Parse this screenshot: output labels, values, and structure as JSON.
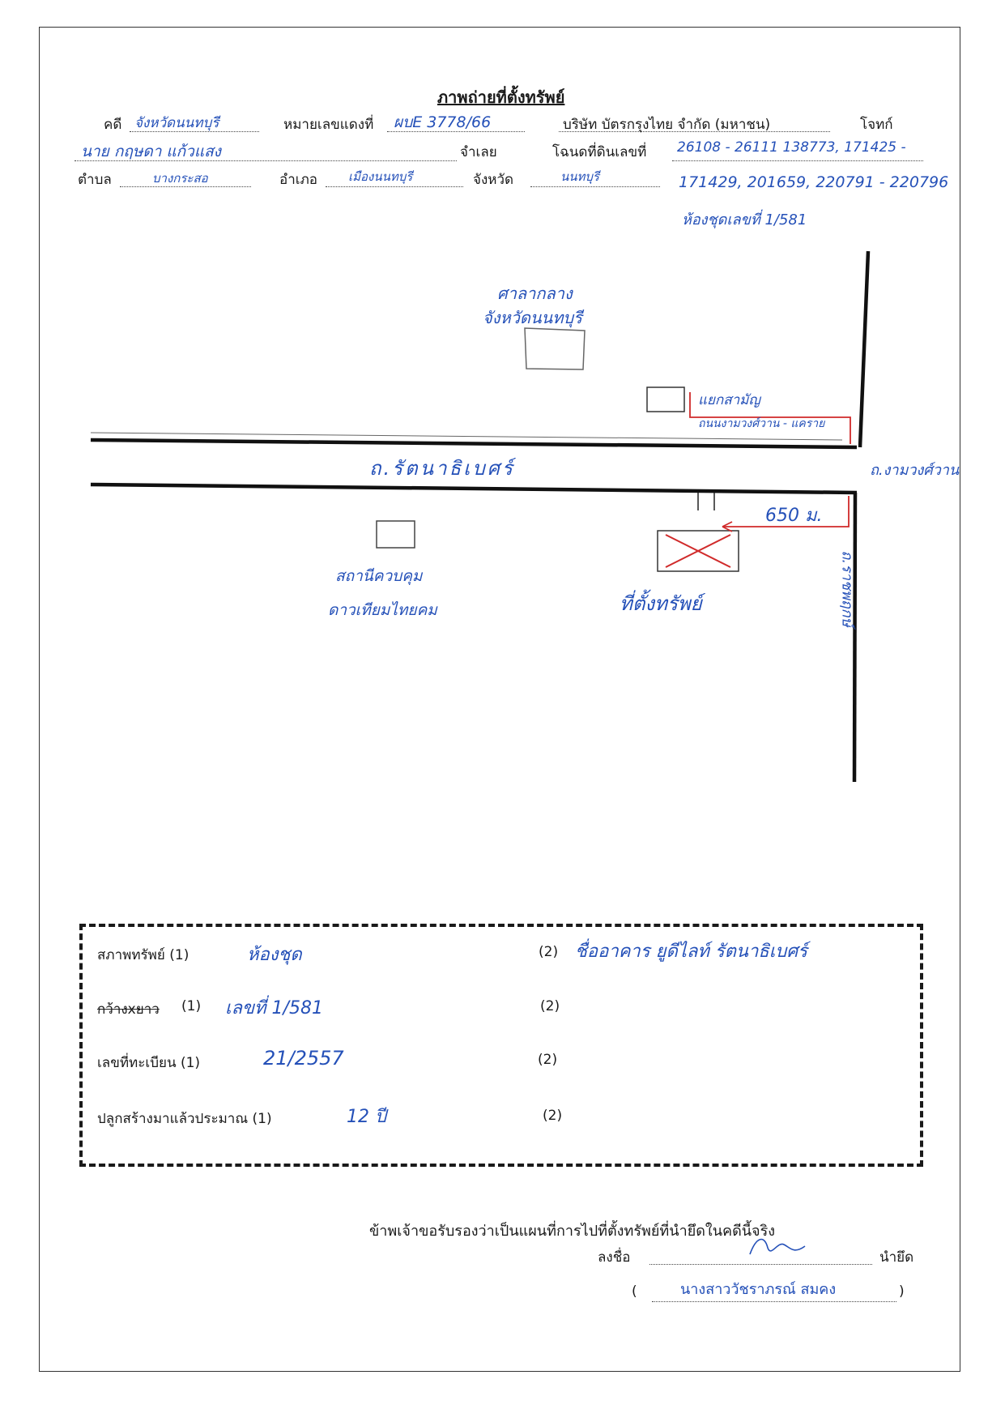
{
  "header": {
    "title": "ภาพถ่ายที่ตั้งทรัพย์",
    "case_label": "คดี",
    "case_value": "จังหวัดนนทบุรี",
    "red_no_label": "หมายเลขแดงที่",
    "red_no_value": "ผบE 3778/66",
    "plaintiff_name": "บริษัท บัตรกรุงไทย จำกัด (มหาชน)",
    "plaintiff_label": "โจทก์",
    "defendant_value": "นาย กฤษดา แก้วแสง",
    "defendant_label": "จำเลย",
    "deed_label": "โฉนดที่ดินเลขที่",
    "deed_value_line1": "26108 - 26111 138773, 171425 -",
    "deed_value_line2": "171429, 201659, 220791 - 220796",
    "deed_value_line3": "ห้องชุดเลขที่ 1/581",
    "subdistrict_label": "ตำบล",
    "subdistrict_value": "บางกระสอ",
    "district_label": "อำเภอ",
    "district_value": "เมืองนนทบุรี",
    "province_label": "จังหวัด",
    "province_value": "นนทบุรี"
  },
  "map": {
    "city_hall_line1": "ศาลากลาง",
    "city_hall_line2": "จังหวัดนนทบุรี",
    "intersection_line1": "แยกสามัญ",
    "intersection_line2": "ถนนงามวงศ์วาน - แคราย",
    "road_main": "ถ.รัตนาธิเบศร์",
    "road_right": "ถ.งามวงศ์วาน",
    "distance": "650 ม.",
    "station_line1": "สถานีควบคุม",
    "station_line2": "ดาวเทียมไทยคม",
    "property_label": "ที่ตั้งทรัพย์",
    "road_vertical": "ถ.ราชพฤกษ์",
    "colors": {
      "ink_blue": "#2450b8",
      "ink_red": "#d02a2a",
      "line_black": "#111111"
    }
  },
  "details": {
    "condition_label": "สภาพทรัพย์ (1)",
    "condition_value_1": "ห้องชุด",
    "condition_num_2": "(2)",
    "condition_value_2": "ชื่ออาคาร ยูดีไลท์ รัตนาธิเบศร์",
    "size_label_struck": "กว้างxยาว",
    "size_num_1": "(1)",
    "size_value_1": "เลขที่ 1/581",
    "size_num_2": "(2)",
    "reg_label": "เลขที่ทะเบียน (1)",
    "reg_value_1": "21/2557",
    "reg_num_2": "(2)",
    "built_label": "ปลูกสร้างมาแล้วประมาณ (1)",
    "built_value_1": "12 ปี",
    "built_num_2": "(2)"
  },
  "footer": {
    "certify": "ข้าพเจ้าขอรับรองว่าเป็นแผนที่การไปที่ตั้งทรัพย์ที่นำยึดในคดีนี้จริง",
    "sign_label": "ลงชื่อ",
    "sign_role": "นำยึด",
    "name_open": "(",
    "name_value": "นางสาววัชราภรณ์ สมคง",
    "name_close": ")"
  }
}
